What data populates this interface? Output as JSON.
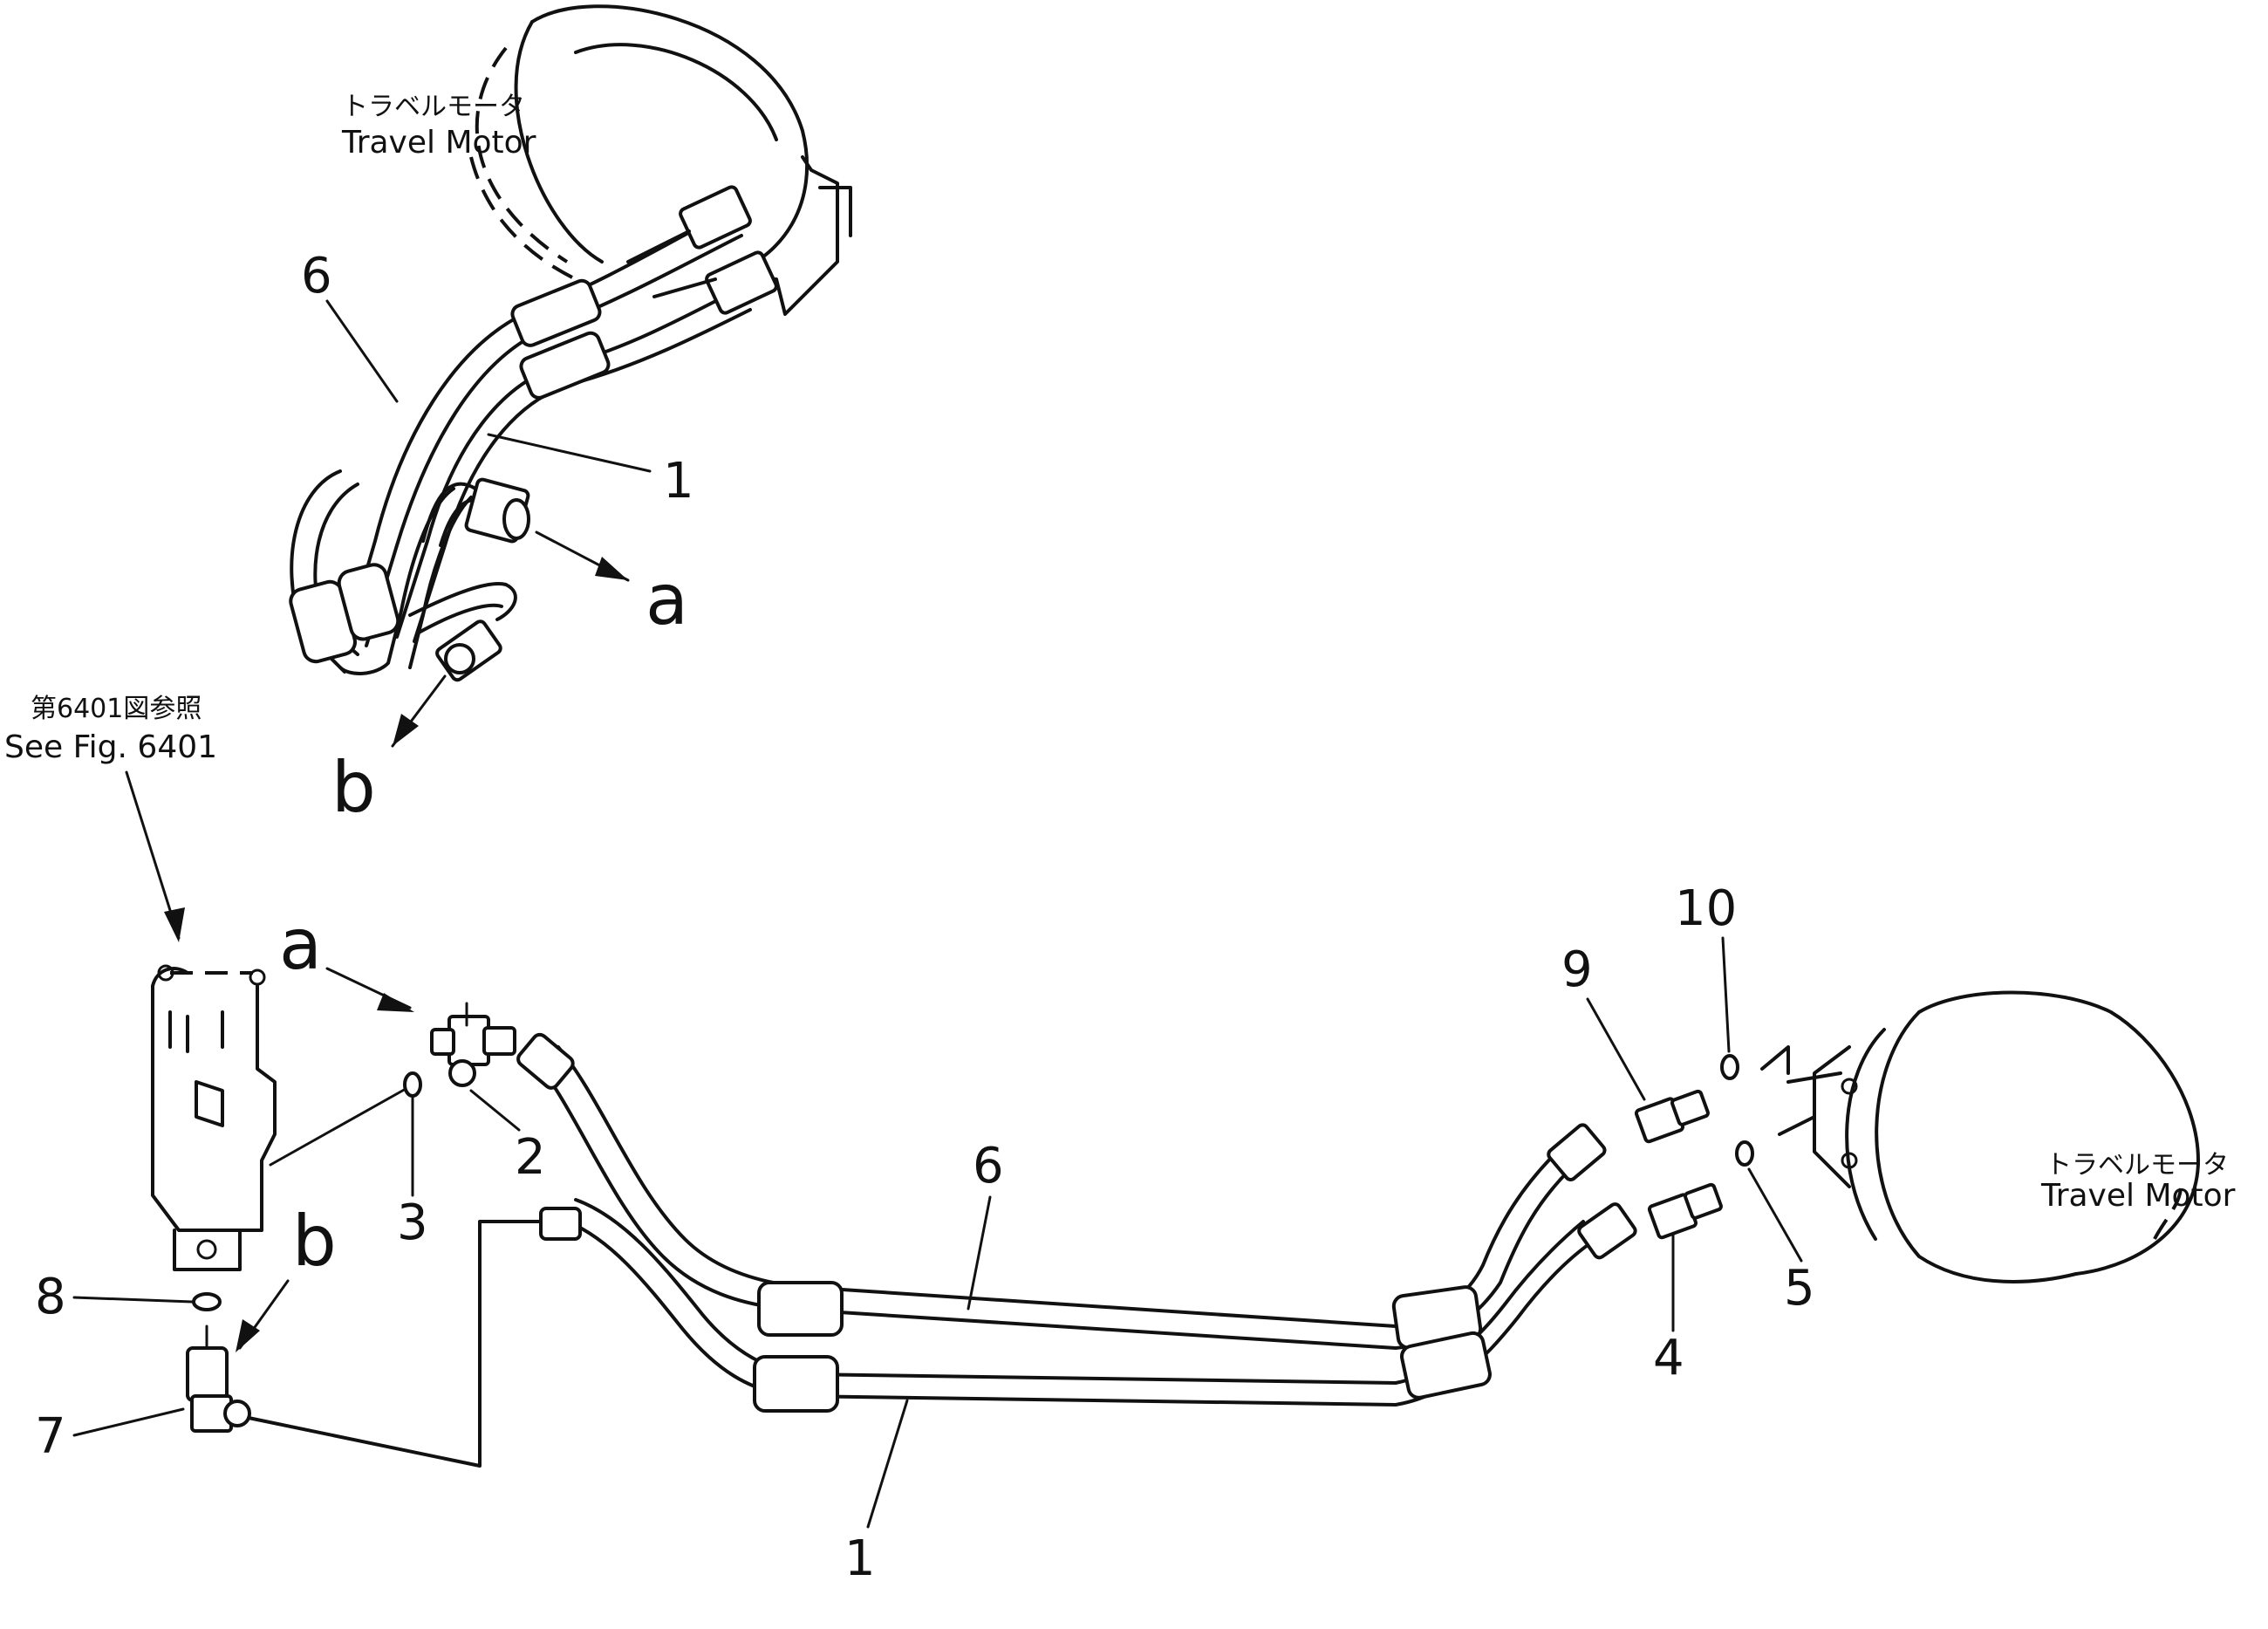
{
  "labels": {
    "motor_top_jp": "トラベルモータ",
    "motor_top_en": "Travel Motor",
    "motor_right_jp": "トラベルモータ",
    "motor_right_en": "Travel Motor",
    "see_fig_jp": "第6401図参照",
    "see_fig_en": "See Fig. 6401"
  },
  "callouts": {
    "top_6": "6",
    "top_1": "1",
    "top_a": "a",
    "top_b": "b",
    "main_a": "a",
    "main_b": "b",
    "p2": "2",
    "p3": "3",
    "p8": "8",
    "p7": "7",
    "p6": "6",
    "p1": "1",
    "p9": "9",
    "p10": "10",
    "p4": "4",
    "p5": "5"
  }
}
